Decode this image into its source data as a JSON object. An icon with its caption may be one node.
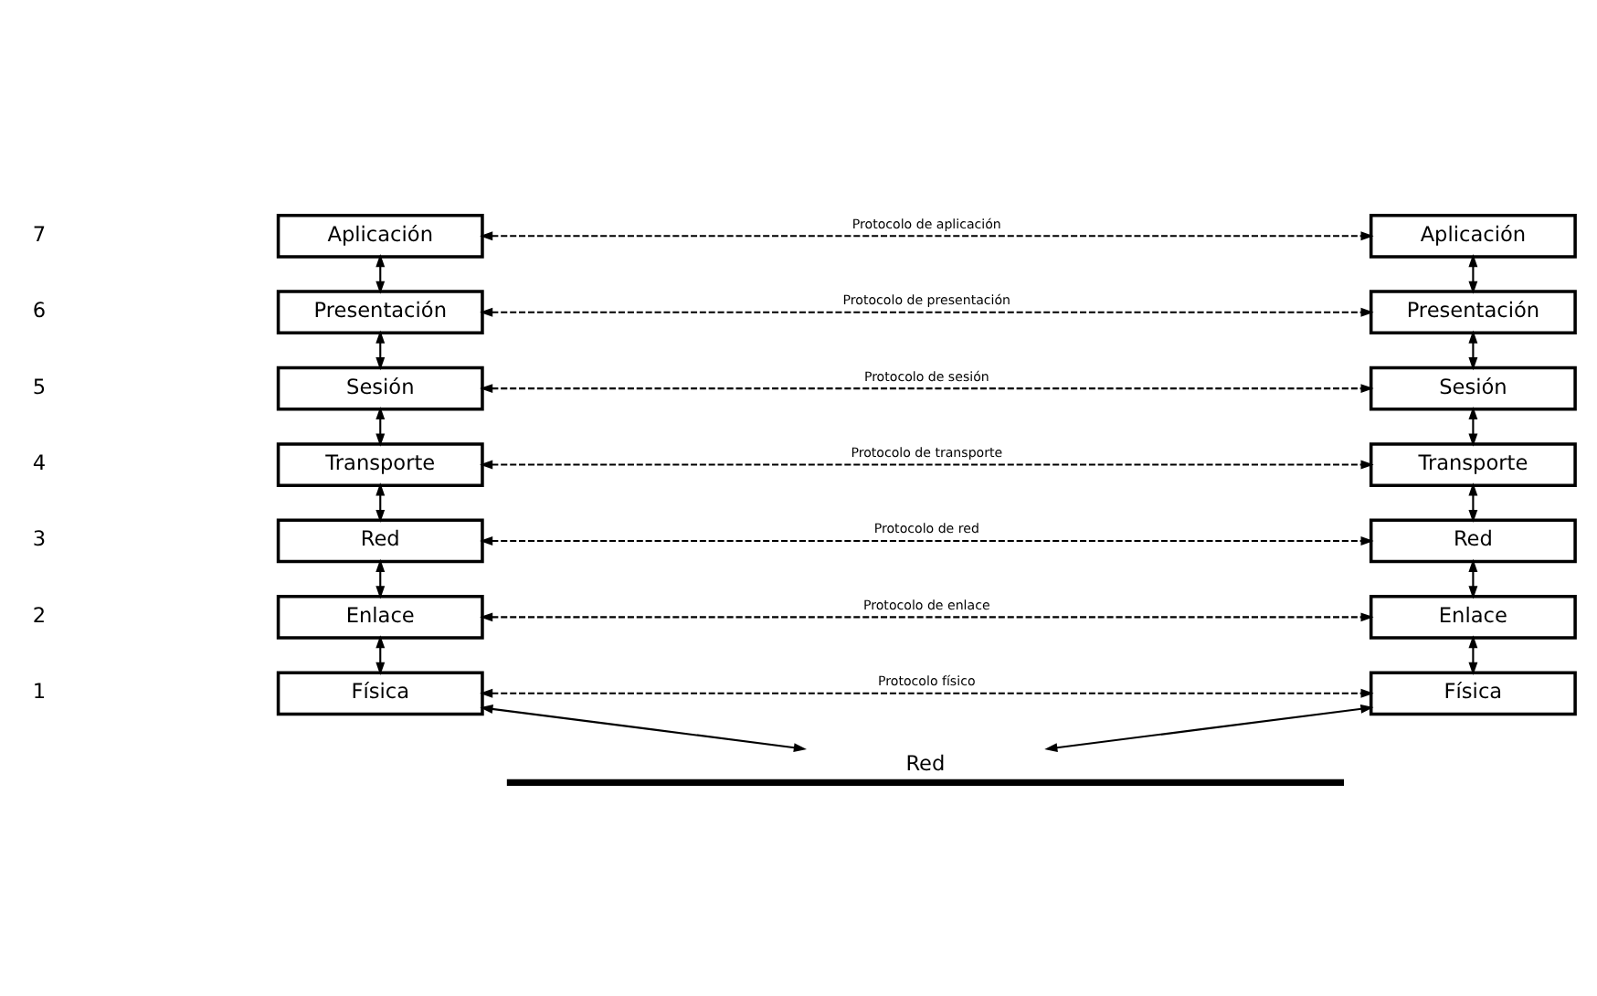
{
  "diagram": {
    "nodes": [
      {
        "text": [
          "Aplicación"
        ]
      },
      {
        "text": [
          "Aplicación"
        ]
      },
      {
        "text": [
          "Presentación"
        ]
      },
      {
        "text": [
          "Presentación"
        ]
      },
      {
        "text": [
          "Sesión"
        ]
      },
      {
        "text": [
          "Sesión"
        ]
      },
      {
        "text": [
          "Transporte"
        ]
      },
      {
        "text": [
          "Transporte"
        ]
      },
      {
        "text": [
          "Red"
        ]
      },
      {
        "text": [
          "Red"
        ]
      },
      {
        "text": [
          "Enlace"
        ]
      },
      {
        "text": [
          "Enlace"
        ]
      },
      {
        "text": [
          "Física"
        ]
      },
      {
        "text": [
          "Física"
        ]
      },
      {
        "text": [
          "Red"
        ]
      }
    ],
    "edges": [
      {
        "from": 0,
        "to": 1,
        "arrow": "both",
        "style": "dashed",
        "label": "Protocolo de aplicación"
      },
      {
        "from": 0,
        "to": 2,
        "arrow": "both"
      },
      {
        "from": 1,
        "to": 3,
        "arrow": "both"
      },
      {
        "from": 2,
        "to": 3,
        "arrow": "both",
        "style": "dashed",
        "label": "Protocolo de presentación"
      },
      {
        "from": 2,
        "to": 4,
        "arrow": "both"
      },
      {
        "from": 3,
        "to": 5,
        "arrow": "both"
      },
      {
        "from": 4,
        "to": 5,
        "arrow": "both",
        "style": "dashed",
        "label": "Protocolo de sesión"
      },
      {
        "from": 4,
        "to": 6,
        "arrow": "both"
      },
      {
        "from": 5,
        "to": 7,
        "arrow": "both"
      },
      {
        "from": 6,
        "to": 7,
        "arrow": "both",
        "style": "dashed",
        "label": "Protocolo de transporte"
      },
      {
        "from": 6,
        "to": 8,
        "arrow": "both"
      },
      {
        "from": 7,
        "to": 9,
        "arrow": "both"
      },
      {
        "from": 8,
        "to": 9,
        "arrow": "both",
        "style": "dashed",
        "label": "Protocolo de red"
      },
      {
        "from": 8,
        "to": 10,
        "arrow": "both"
      },
      {
        "from": 9,
        "to": 11,
        "arrow": "both"
      },
      {
        "from": 10,
        "to": 11,
        "arrow": "both",
        "style": "dashed",
        "label": "Protocolo de enlace"
      },
      {
        "from": 10,
        "to": 12,
        "arrow": "both"
      },
      {
        "from": 11,
        "to": 13,
        "arrow": "both"
      },
      {
        "from": 12,
        "to": 13,
        "arrow": "both",
        "style": "dashed",
        "label": "Protocolo físico"
      },
      {
        "from": 12,
        "to": 14,
        "arrow": "both"
      },
      {
        "from": 13,
        "to": 14,
        "arrow": "both"
      }
    ],
    "labels": [
      "7",
      "6",
      "5",
      "4",
      "3",
      "2",
      "1"
    ]
  }
}
